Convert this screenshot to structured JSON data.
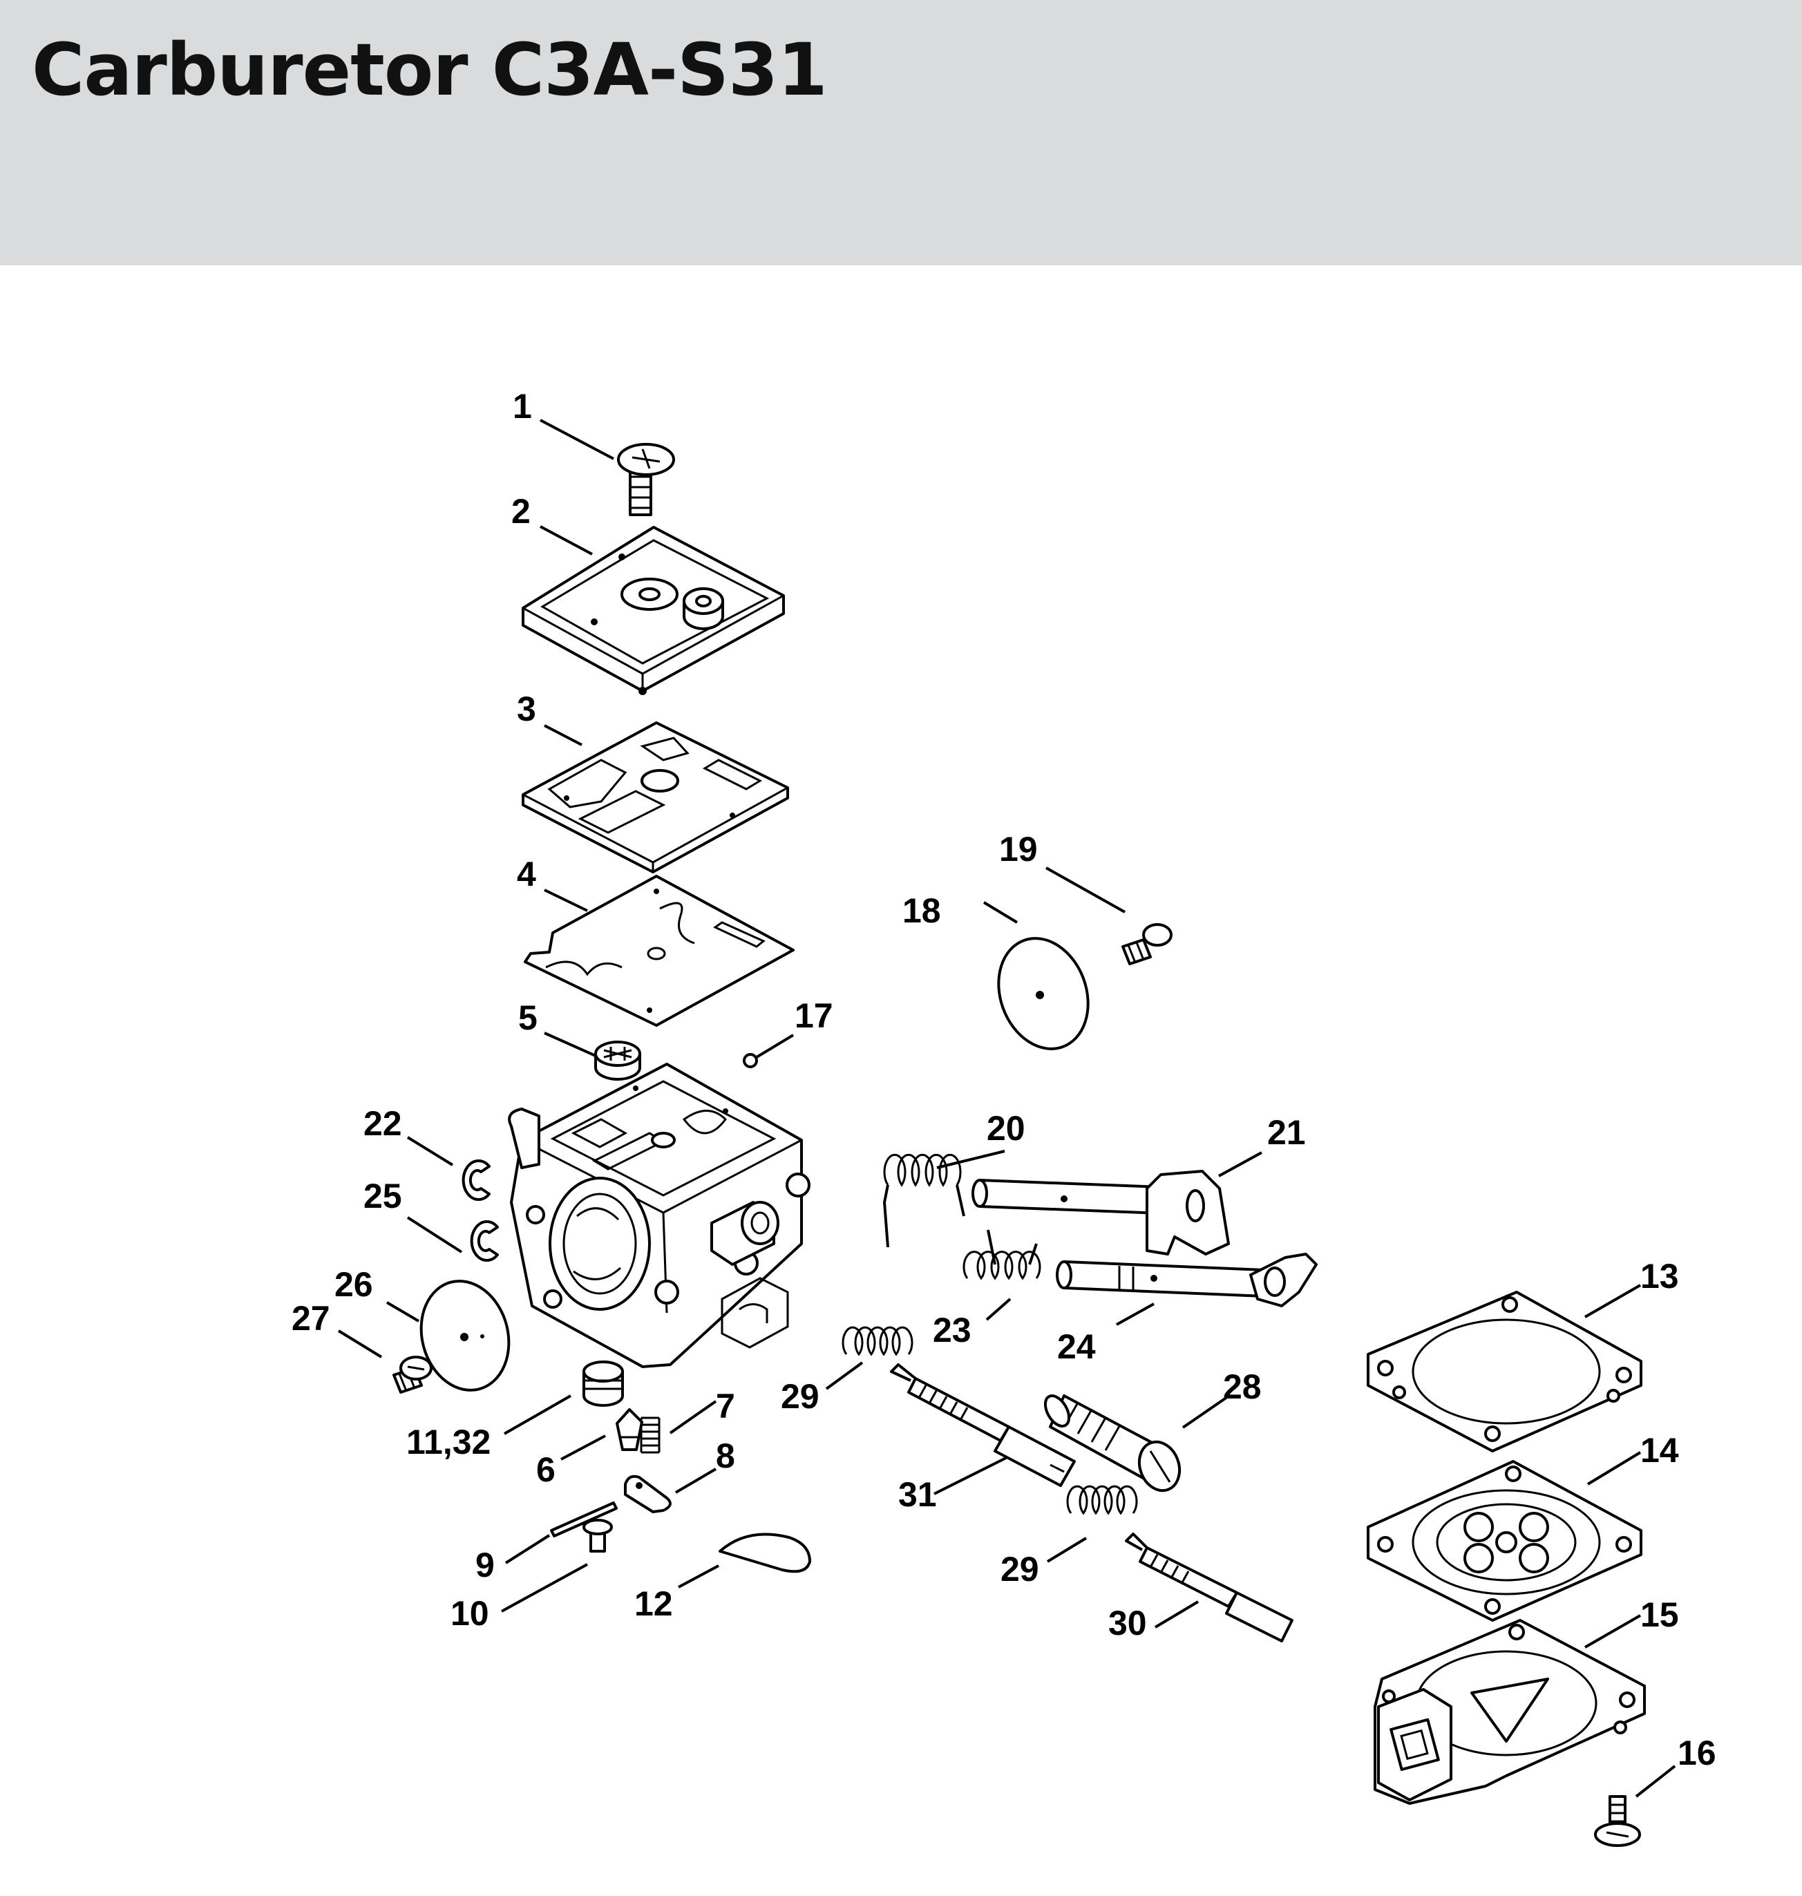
{
  "title": "Carburetor C3A-S31",
  "callouts": {
    "c1": "1",
    "c2": "2",
    "c3": "3",
    "c4": "4",
    "c5": "5",
    "c6": "6",
    "c7": "7",
    "c8": "8",
    "c9": "9",
    "c10": "10",
    "c11": "11,32",
    "c12": "12",
    "c13": "13",
    "c14": "14",
    "c15": "15",
    "c16": "16",
    "c17": "17",
    "c18": "18",
    "c19": "19",
    "c20": "20",
    "c21": "21",
    "c22": "22",
    "c23": "23",
    "c24": "24",
    "c25": "25",
    "c26": "26",
    "c27": "27",
    "c28": "28",
    "c29a": "29",
    "c29b": "29",
    "c30": "30",
    "c31": "31"
  }
}
